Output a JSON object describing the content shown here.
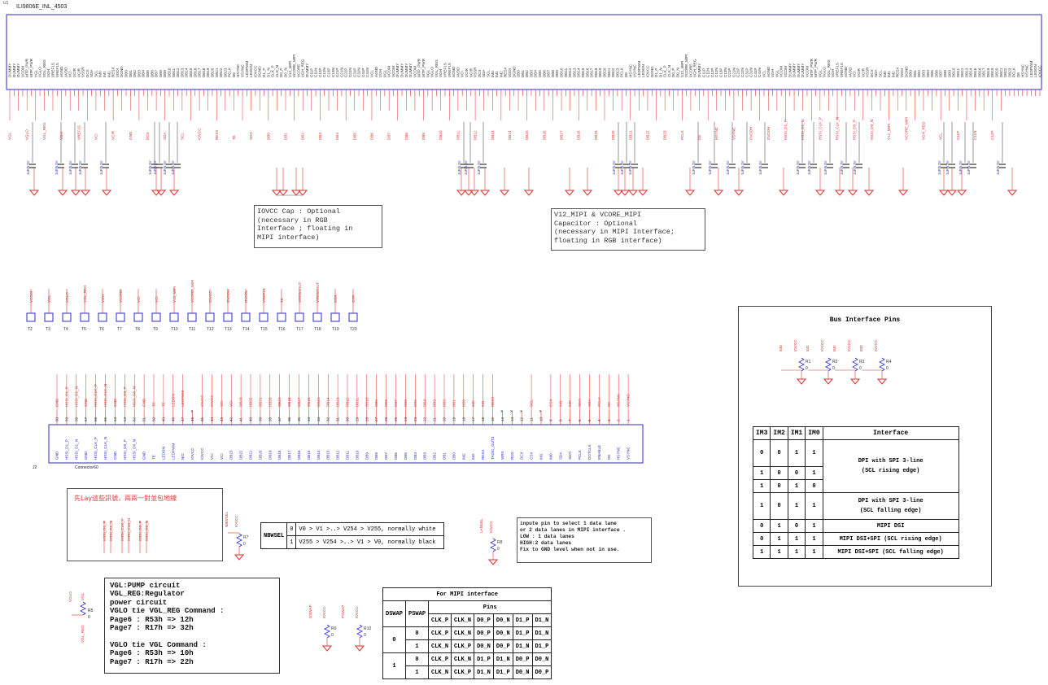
{
  "chip": {
    "ref": "U1",
    "name": "ILI9806E_INL_4503"
  },
  "top_pins": [
    "DUMMY",
    "DUMMY",
    "DUMMY",
    "VCOM",
    "MTP_PWR",
    "MTP_PWR",
    "VGL",
    "VGLO",
    "VGL_REG",
    "VGH",
    "VREF1S",
    "VREF1S",
    "AGND",
    "AVDD",
    "VCI",
    "VCIR",
    "VCIR",
    "VSSR",
    "DCX",
    "SDA",
    "SCL",
    "IM0",
    "IM1",
    "IM2",
    "RESX",
    "VDDI",
    "DGND",
    "DB0",
    "DB1",
    "DB2",
    "DB3",
    "DB4",
    "DB5",
    "DB6",
    "DB7",
    "DB8",
    "DB9",
    "DB10",
    "DB11",
    "DB12",
    "DB13",
    "DB14",
    "DB15",
    "DB16",
    "DB17",
    "DB18",
    "DB19",
    "DB20",
    "DB21",
    "DB22",
    "DB23",
    "PCLK",
    "DE",
    "HSYNC",
    "VSYNC",
    "LEDPWM",
    "LEDON",
    "IOVCC",
    "DGND",
    "D1_P",
    "D1_N",
    "CLK_P",
    "CLK_N",
    "D0_P",
    "D0_N",
    "V12_MIPI",
    "VCORE_MIPI",
    "VCORE",
    "VGH_REG",
    "DUMMY",
    "C11P",
    "C11N",
    "C12P",
    "C12N",
    "C13P",
    "C13N",
    "C21P",
    "C21N",
    "C22P",
    "C22N",
    "C31P",
    "C31N",
    "C41P",
    "C41N",
    "VCL",
    "AGND",
    "VGH",
    "VGL",
    "VCOM",
    "VCOM",
    "DUMMY"
  ],
  "net_labels": [
    "VGL",
    "VGLO",
    "VGL_REG",
    "VGH",
    "VREF1S",
    "VCI",
    "VCIR",
    "GND",
    "DCX",
    "SDA",
    "SCL",
    "IOVCC",
    "RESX",
    "TE",
    "SDO",
    "DB0",
    "DB1",
    "DB2",
    "DB3",
    "DB4",
    "DB5",
    "DB6",
    "DB7",
    "DB8",
    "DB9",
    "DB10",
    "DB11",
    "DB12",
    "DB13",
    "DB14",
    "DB15",
    "DB16",
    "DB17",
    "DB18",
    "DB19",
    "DB20",
    "DB21",
    "DB22",
    "DB23",
    "PCLK",
    "DE",
    "HSYNC",
    "VSYNC",
    "DVDDH",
    "DVDDH",
    "HSSI_D1_P",
    "HSSI_D1_N",
    "HSSI_CLK_P",
    "HSSI_CLK_N",
    "HSSI_D0_P",
    "HSSI_D0_N",
    "V12_MIPI",
    "VCORE_MIPI",
    "VGH_REG",
    "VCL",
    "C11P",
    "C11N",
    "C12P",
    "C12N",
    "C13P",
    "C13N",
    "C21P",
    "C21N",
    "C22P",
    "C22N",
    "C31P",
    "C31N",
    "VCORE",
    "VGH",
    "VGL",
    "VCOM"
  ],
  "notes": {
    "iovcc": "IOVCC Cap : Optional\n(necessary in RGB\nInterface ; floating in\nMIPI interface)",
    "v12": "V12_MIPI & VCORE_MIPI\nCapacitor : Optional\n(necessary in MIPI Interface;\nfloating in RGB interface)"
  },
  "test_points": [
    {
      "id": "T2",
      "net": "VCOM"
    },
    {
      "id": "T3",
      "net": "VGL"
    },
    {
      "id": "T4",
      "net": "VGLO"
    },
    {
      "id": "T5",
      "net": "VGL_REG"
    },
    {
      "id": "T6",
      "net": "VGH"
    },
    {
      "id": "T7",
      "net": "VCORE"
    },
    {
      "id": "T8",
      "net": "VCI"
    },
    {
      "id": "T9",
      "net": "VCI"
    },
    {
      "id": "T10",
      "net": "V12_MIPI"
    },
    {
      "id": "T11",
      "net": "VCORE_MIPI"
    },
    {
      "id": "T12",
      "net": "IOVCC"
    },
    {
      "id": "T13",
      "net": "DVDDH"
    },
    {
      "id": "T14",
      "net": "DVDDL"
    },
    {
      "id": "T15",
      "net": "VREF1S"
    },
    {
      "id": "T16",
      "net": "TE"
    },
    {
      "id": "T17",
      "net": "VREG1OUT"
    },
    {
      "id": "T18",
      "net": "VREG2OUT"
    },
    {
      "id": "T19",
      "net": "ERR"
    },
    {
      "id": "T20",
      "net": "OTP"
    }
  ],
  "connector": {
    "ref": "J2",
    "name": "Connector60",
    "pin_names": [
      "GND",
      "HSSI_D1_P",
      "HSSI_D1_N",
      "GND",
      "HSSI_CLK_P",
      "HSSI_CLK_N",
      "GND",
      "HSSI_D0_P",
      "HSSI_D0_N",
      "GND",
      "TE",
      "LEDON",
      "LEDPWM",
      "N/C",
      "IOVCC",
      "IOVCC",
      "VCI",
      "VCI",
      "DB23",
      "DB22",
      "DB21",
      "DB20",
      "DB19",
      "DB18",
      "DB17",
      "DB16",
      "DB15",
      "DB14",
      "DB13",
      "DB12",
      "DB11",
      "DB10",
      "DB9",
      "DB8",
      "DB7",
      "DB6",
      "DB5",
      "DB4",
      "DB3",
      "DB2",
      "DB1",
      "DB0",
      "IM2",
      "IM1",
      "RESX",
      "TADIC_OUT3",
      "WRX",
      "RDX",
      "DCX",
      "CSX",
      "IM1",
      "IM0",
      "SDA",
      "SDO",
      "PCLK",
      "DOTCLK",
      "ENABLE",
      "DE",
      "HSYNC",
      "VSYNC"
    ],
    "pin_numbers": [
      "60",
      "59",
      "58",
      "57",
      "56",
      "55",
      "54",
      "53",
      "52",
      "51",
      "50",
      "49",
      "48",
      "47",
      "46",
      "45",
      "44",
      "43",
      "42",
      "41",
      "40",
      "39",
      "38",
      "37",
      "36",
      "35",
      "34",
      "33",
      "32",
      "31",
      "30",
      "29",
      "28",
      "27",
      "26",
      "25",
      "24",
      "23",
      "22",
      "21",
      "20",
      "19",
      "18",
      "17",
      "16",
      "15",
      "14",
      "13",
      "12",
      "11",
      "10",
      "9",
      "8",
      "7",
      "6",
      "5",
      "4",
      "3",
      "2",
      "1"
    ],
    "top_labels": [
      "GND",
      "HSSI_D1_P",
      "HSSI_D1_N",
      "GND",
      "HSSI_CLK_P",
      "HSSI_CLK_N",
      "GND",
      "HSSI_D0_P",
      "HSSI_D0_N",
      "GND",
      "TE",
      "TE",
      "LEDON",
      "LEDPWM",
      "",
      "IOVCC",
      "IOVCC",
      "VCI",
      "VCI",
      "DB23",
      "DB22",
      "DB21",
      "DB20",
      "DB19",
      "DB18",
      "DB17",
      "DB16",
      "DB15",
      "DB14",
      "DB13",
      "DB12",
      "DB11",
      "DB10",
      "DB9",
      "DB8",
      "DB7",
      "DB6",
      "DB5",
      "DB4",
      "DB3",
      "DB2",
      "DB1",
      "DB0",
      "IM2",
      "IM1",
      "RESX",
      "",
      "",
      "",
      "SCL",
      "",
      "CSX",
      "IM1",
      "IM0",
      "SDO",
      "SDA",
      "PCLK",
      "DE",
      "HSYNC",
      "VSYNC"
    ]
  },
  "lay_note": "先Lay這些訊號，兩兩一對並包地線",
  "lay_signals": [
    "HSSI_D1_P",
    "HSSI_D1_N",
    "HSSI_CLK_P",
    "HSSI_CLK_N",
    "HSSI_D0_P",
    "HSSI_D0_N"
  ],
  "resistors": {
    "r7": {
      "ref": "R7",
      "v": "0",
      "net1": "NBWSEL",
      "net2": "IOVCC"
    },
    "r8": {
      "ref": "R8",
      "v": "0",
      "net1": "LANSEL",
      "net2": "IOVCC"
    },
    "r5": {
      "ref": "R5",
      "v": "0",
      "net1": "VGLO",
      "net2": "VGL",
      "net3": "VGL_REG"
    },
    "r9": {
      "ref": "R9",
      "v": "0",
      "net1": "DSWAP",
      "net2": "IOVCC"
    },
    "r10": {
      "ref": "R10",
      "v": "0",
      "net1": "PSWAP",
      "net2": "IOVCC"
    },
    "r1": {
      "ref": "R1",
      "v": "0",
      "net1": "IM0",
      "net2": "IOVCC"
    },
    "r2": {
      "ref": "R2",
      "v": "0",
      "net1": "IM1",
      "net2": "IOVCC"
    },
    "r3": {
      "ref": "R3",
      "v": "0",
      "net1": "IM2",
      "net2": "IOVCC"
    },
    "r4": {
      "ref": "R4",
      "v": "0",
      "net1": "IM3",
      "net2": "IOVCC"
    }
  },
  "nbwsel": {
    "label": "NBWSEL",
    "rows": [
      {
        "v": "0",
        "desc": "V0 > V1 >..> V254 > V255, normally white"
      },
      {
        "v": "1",
        "desc": "V255 > V254 >..> V1 > V0, normally black"
      }
    ]
  },
  "lansel_note": "inpute pin to select 1 data lane\nor 2 data lanes in MIPI interface .\nLOW : 1 data lanes\nHIGH:2 data lanes\nFix to GND level when not in use.",
  "vgl_note": "VGL:PUMP circuit\nVGL_REG:Regulator\npower circuit\n   VGLO tie VGL_REG Command :\n   Page6 : R53h => 12h\n   Page7 : R17h => 32h\n\n   VGLO tie VGL Command :\n   Page6 : R53h => 10h\n   Page7 : R17h => 22h",
  "mipi_table": {
    "title": "For MIPI interface",
    "h1": "DSWAP",
    "h2": "PSWAP",
    "h3": "Pins",
    "sub": [
      "CLK_P",
      "CLK_N",
      "D0_P",
      "D0_N",
      "D1_P",
      "D1_N"
    ],
    "rows": [
      {
        "d": "0",
        "p": "0",
        "cells": [
          "CLK_P",
          "CLK_N",
          "D0_P",
          "D0_N",
          "D1_P",
          "D1_N"
        ]
      },
      {
        "d": "",
        "p": "1",
        "cells": [
          "CLK_N",
          "CLK_P",
          "D0_N",
          "D0_P",
          "D1_N",
          "D1_P"
        ]
      },
      {
        "d": "1",
        "p": "0",
        "cells": [
          "CLK_P",
          "CLK_N",
          "D1_P",
          "D1_N",
          "D0_P",
          "D0_N"
        ]
      },
      {
        "d": "",
        "p": "1",
        "cells": [
          "CLK_N",
          "CLK_P",
          "D1_N",
          "D1_P",
          "D0_N",
          "D0_P"
        ]
      }
    ]
  },
  "bus": {
    "title": "Bus Interface Pins",
    "headers": [
      "IM3",
      "IM2",
      "IM1",
      "IM0",
      "Interface"
    ],
    "rows": [
      {
        "b": [
          "0",
          "0",
          "1",
          "1"
        ]
      },
      {
        "b": [
          "1",
          "0",
          "0",
          "1"
        ]
      },
      {
        "b": [
          "1",
          "0",
          "1",
          "0"
        ]
      },
      {
        "b": [
          "1",
          "0",
          "1",
          "1"
        ]
      },
      {
        "b": [
          "0",
          "1",
          "0",
          "1"
        ]
      },
      {
        "b": [
          "0",
          "1",
          "1",
          "1"
        ]
      },
      {
        "b": [
          "1",
          "1",
          "1",
          "1"
        ]
      }
    ],
    "iface": [
      "DPI with SPI 3-line\n(SCL rising edge)",
      "DPI with SPI 3-line\n(SCL falling edge)",
      "MIPI DSI",
      "MIPI DSI+SPI (SCL rising edge)",
      "MIPI DSI+SPI (SCL falling edge)"
    ]
  }
}
